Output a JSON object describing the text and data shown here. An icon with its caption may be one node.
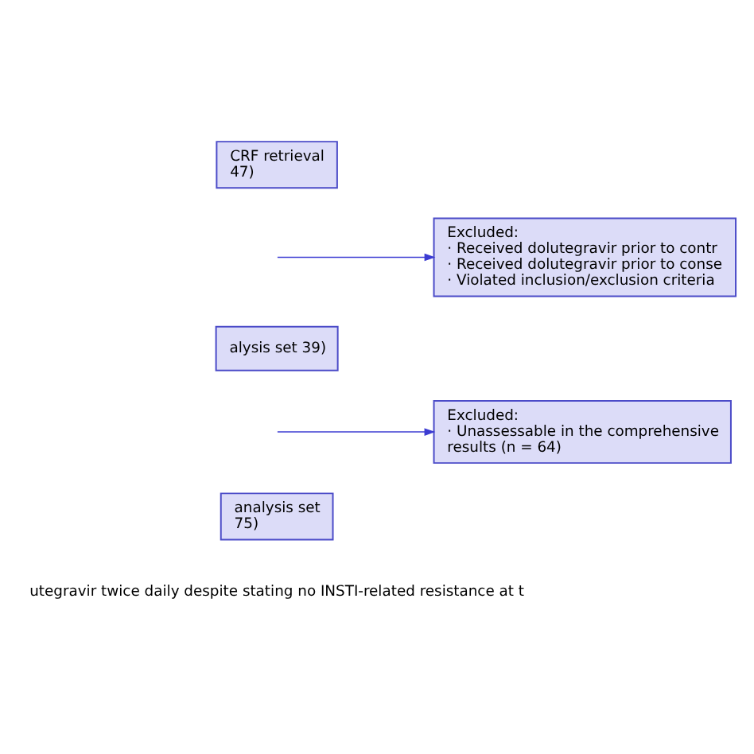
{
  "diagram": {
    "nodes": [
      {
        "text": [
          "CRF retrieval 47)"
        ]
      },
      {
        "text": [
          "Excluded:",
          "· Received dolutegravir prior to contr",
          "· Received dolutegravir prior to conse",
          "· Violated inclusion/exclusion criteria"
        ]
      },
      {
        "text": [
          "alysis set 39)"
        ]
      },
      {
        "text": [
          "Excluded:",
          "· Unassessable in the comprehensive results (n = 64)"
        ]
      },
      {
        "text": [
          "analysis set 75)"
        ]
      }
    ],
    "edges": [
      {
        "from": null,
        "to": 1,
        "arrow": "to"
      },
      {
        "from": null,
        "to": 3,
        "arrow": "to"
      }
    ],
    "labels": [
      "utegravir twice daily despite stating no INSTI-related resistance at t"
    ]
  }
}
